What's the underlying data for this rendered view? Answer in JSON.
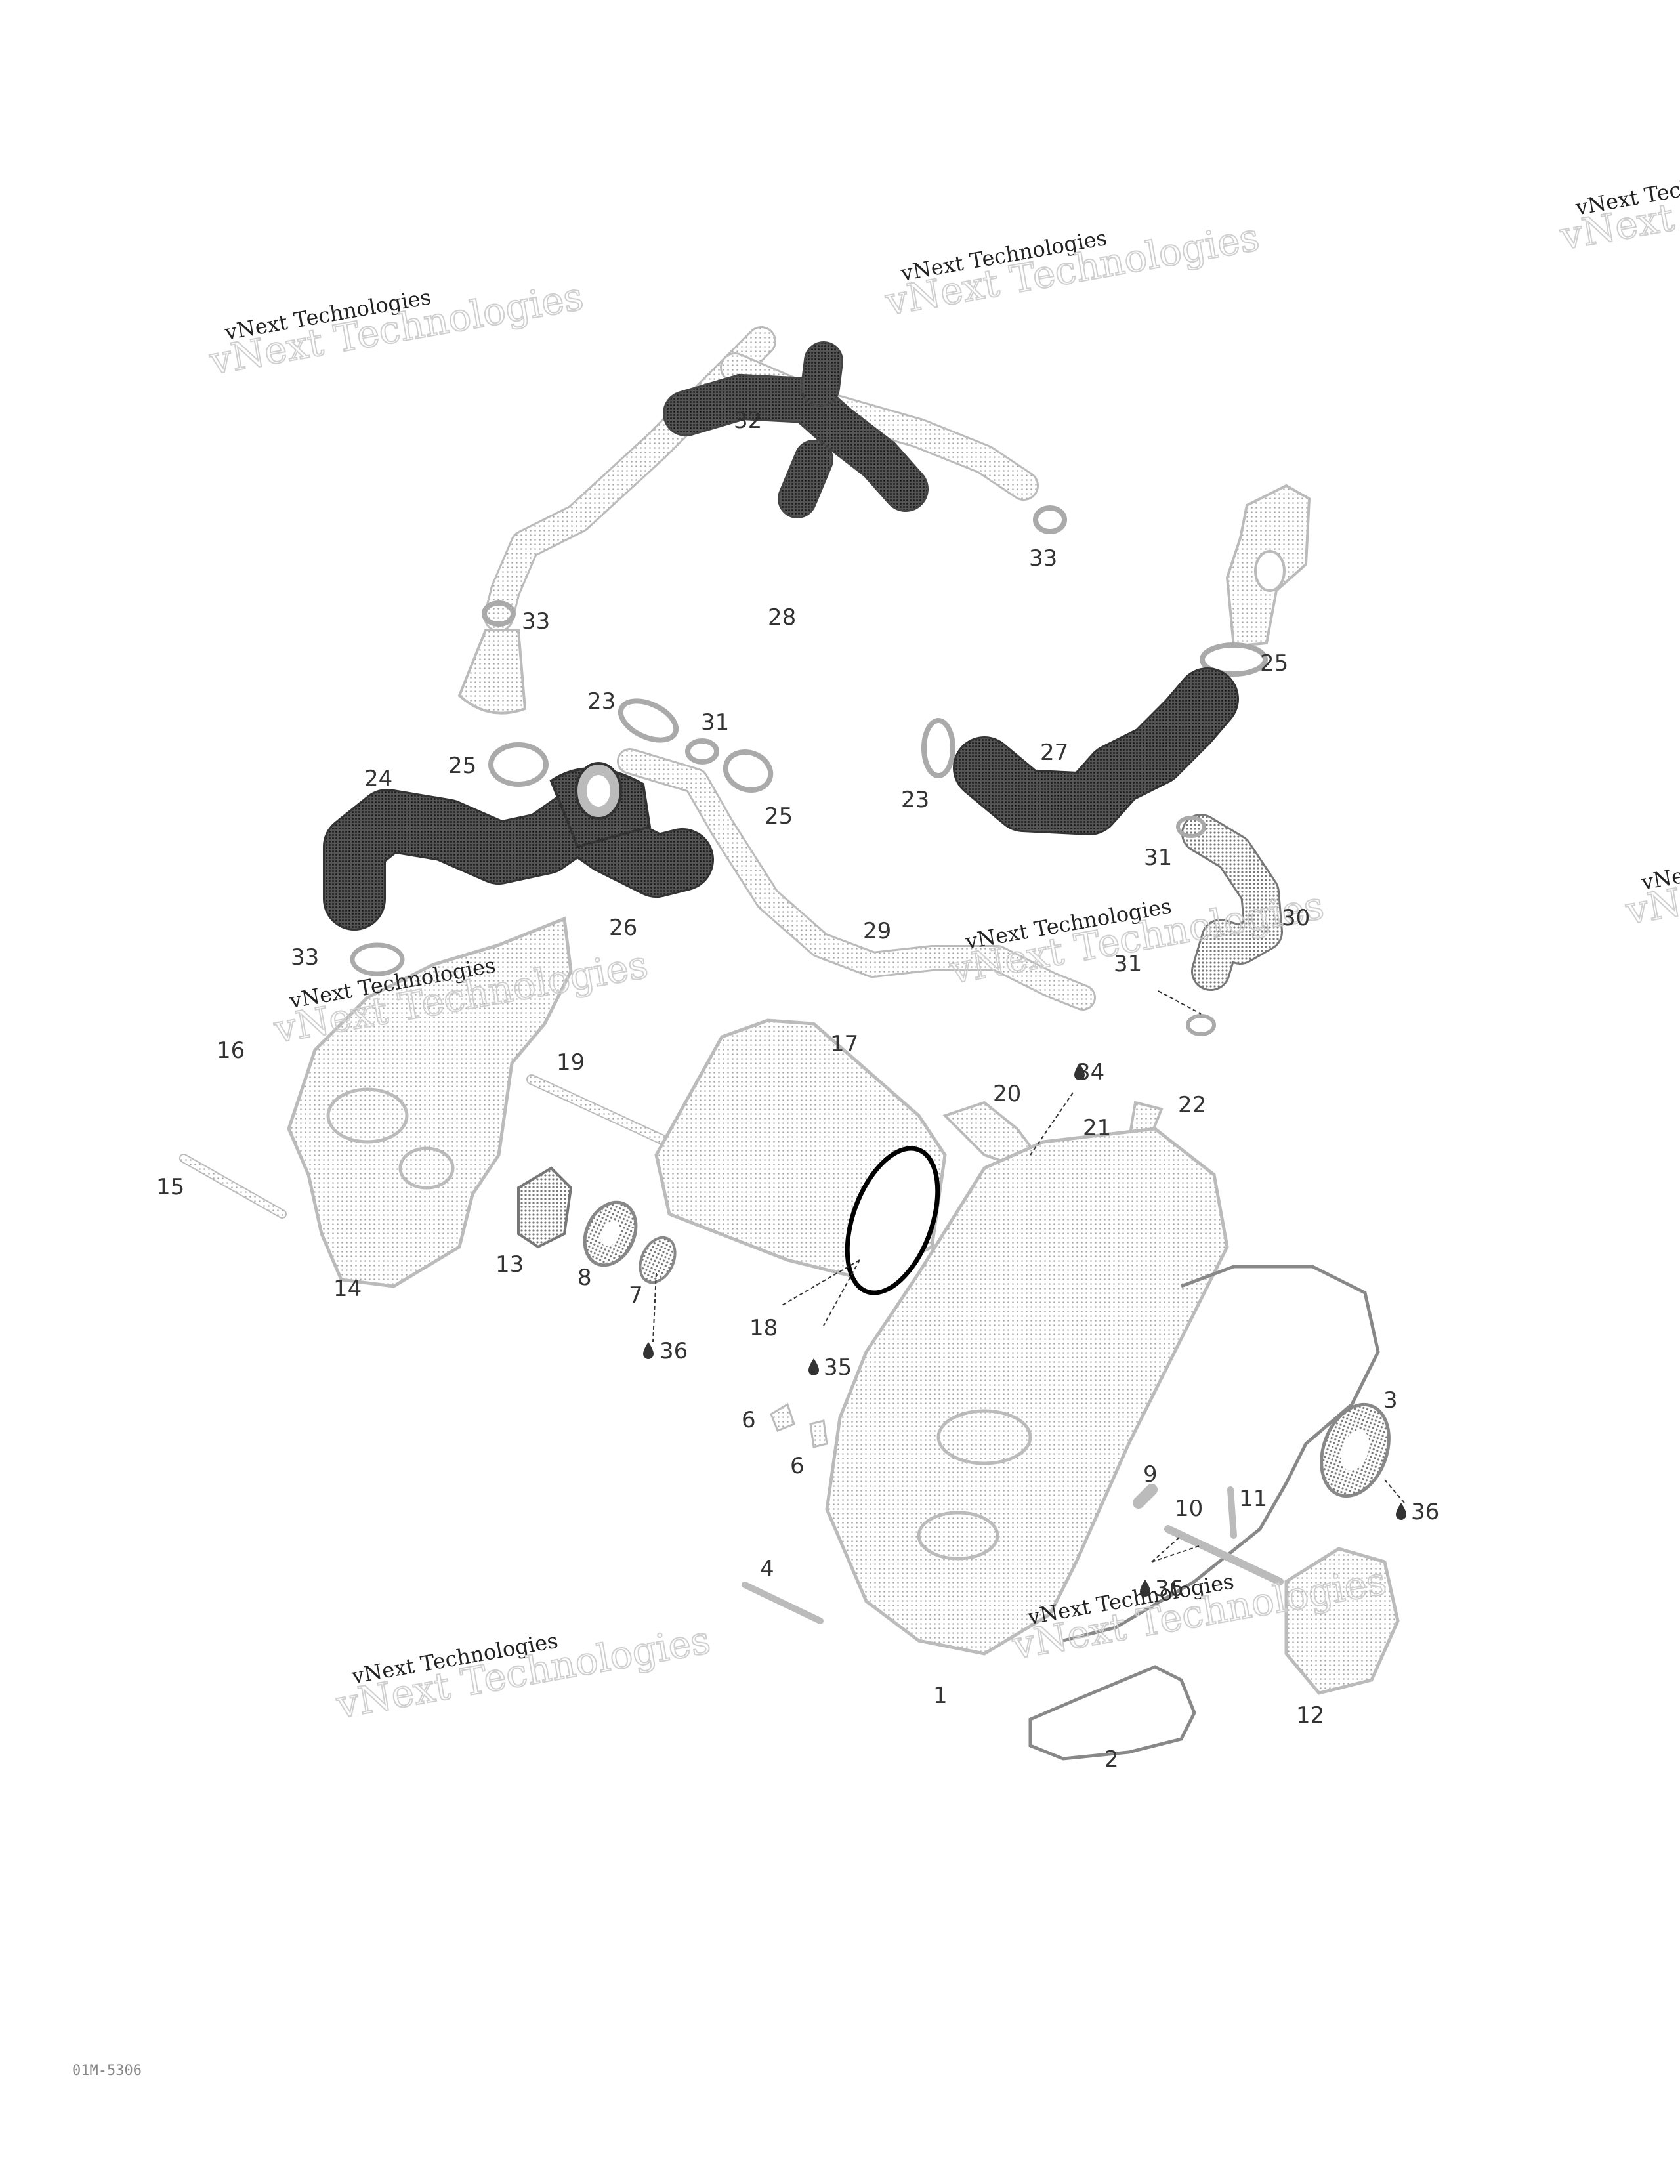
{
  "diagram": {
    "drawing_id": "01M-5306",
    "colors": {
      "hose": "#3a3a3a",
      "part": "#9a9a9a",
      "light_part": "#c4c4c4",
      "label": "#333333",
      "watermark_line1": "#222222",
      "watermark_line2": "#cfcfcf",
      "highlight": "#000000"
    },
    "watermark": {
      "line1": "vNext Technologies",
      "line2": "vNext Technologies"
    },
    "callouts": [
      {
        "key": "c32",
        "text": "32"
      },
      {
        "key": "c33a",
        "text": "33"
      },
      {
        "key": "c33b",
        "text": "33"
      },
      {
        "key": "c28",
        "text": "28"
      },
      {
        "key": "c25a",
        "text": "25"
      },
      {
        "key": "c23a",
        "text": "23"
      },
      {
        "key": "c31a",
        "text": "31"
      },
      {
        "key": "c27",
        "text": "27"
      },
      {
        "key": "c24",
        "text": "24"
      },
      {
        "key": "c25b",
        "text": "25"
      },
      {
        "key": "c25c",
        "text": "25"
      },
      {
        "key": "c23b",
        "text": "23"
      },
      {
        "key": "c31b",
        "text": "31"
      },
      {
        "key": "c26",
        "text": "26"
      },
      {
        "key": "c30",
        "text": "30"
      },
      {
        "key": "c29",
        "text": "29"
      },
      {
        "key": "c33c",
        "text": "33"
      },
      {
        "key": "c31c",
        "text": "31"
      },
      {
        "key": "c16",
        "text": "16"
      },
      {
        "key": "c19",
        "text": "19"
      },
      {
        "key": "c17",
        "text": "17"
      },
      {
        "key": "c34",
        "text": "34"
      },
      {
        "key": "c20",
        "text": "20"
      },
      {
        "key": "c22",
        "text": "22"
      },
      {
        "key": "c21",
        "text": "21"
      },
      {
        "key": "c15",
        "text": "15"
      },
      {
        "key": "c13",
        "text": "13"
      },
      {
        "key": "c8",
        "text": "8"
      },
      {
        "key": "c7",
        "text": "7"
      },
      {
        "key": "c14",
        "text": "14"
      },
      {
        "key": "c18",
        "text": "18"
      },
      {
        "key": "c36a",
        "text": "36"
      },
      {
        "key": "c35",
        "text": "35"
      },
      {
        "key": "c6a",
        "text": "6"
      },
      {
        "key": "c6b",
        "text": "6"
      },
      {
        "key": "c3",
        "text": "3"
      },
      {
        "key": "c9",
        "text": "9"
      },
      {
        "key": "c10",
        "text": "10"
      },
      {
        "key": "c11",
        "text": "11"
      },
      {
        "key": "c36b",
        "text": "36"
      },
      {
        "key": "c36c",
        "text": "36"
      },
      {
        "key": "c4",
        "text": "4"
      },
      {
        "key": "c1",
        "text": "1"
      },
      {
        "key": "c12",
        "text": "12"
      },
      {
        "key": "c2",
        "text": "2"
      }
    ]
  }
}
